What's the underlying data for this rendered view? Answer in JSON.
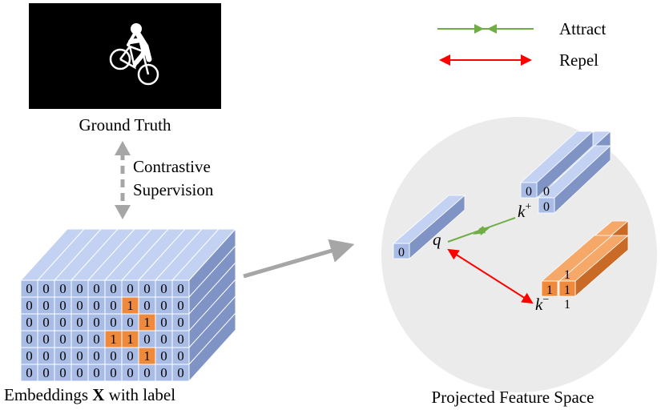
{
  "ground_truth": {
    "caption": "Ground Truth"
  },
  "supervision": {
    "line1": "Contrastive",
    "line2": "Supervision"
  },
  "embeddings": {
    "caption_prefix": "Embeddings ",
    "caption_symbol": "X",
    "caption_suffix": " with label",
    "grid": [
      [
        0,
        0,
        0,
        0,
        0,
        0,
        0,
        0,
        0,
        0
      ],
      [
        0,
        0,
        0,
        0,
        0,
        0,
        1,
        0,
        0,
        0
      ],
      [
        0,
        0,
        0,
        0,
        0,
        0,
        0,
        1,
        0,
        0
      ],
      [
        0,
        0,
        0,
        0,
        0,
        1,
        1,
        0,
        0,
        0
      ],
      [
        0,
        0,
        0,
        0,
        0,
        0,
        0,
        1,
        0,
        0
      ],
      [
        0,
        0,
        0,
        0,
        0,
        0,
        0,
        0,
        0,
        0
      ]
    ]
  },
  "feature_space": {
    "caption": "Projected Feature Space",
    "query_label": "q",
    "query_value": "0",
    "positive_label": "k",
    "positive_sup": "+",
    "positive_values": [
      "0",
      "0",
      "0"
    ],
    "negative_label": "k",
    "negative_sup": "−",
    "negative_values": [
      "1",
      "1",
      "1",
      "1"
    ]
  },
  "legend": {
    "attract": "Attract",
    "repel": "Repel"
  },
  "colors": {
    "blue_front": "#a9bce6",
    "blue_top": "#c3d2f2",
    "blue_side": "#7f93c4",
    "orange_front": "#ef8a3c",
    "orange_top": "#f6a868",
    "orange_side": "#c96a26",
    "attract": "#70ad47",
    "repel": "#ff0000",
    "gray_arrow": "#a6a6a6",
    "circle_bg": "#ebebeb"
  }
}
